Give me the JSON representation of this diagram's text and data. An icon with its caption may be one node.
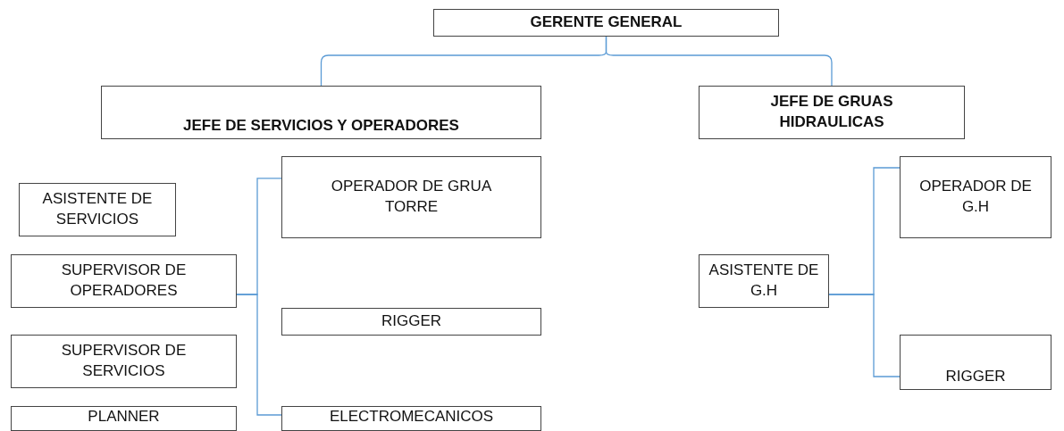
{
  "diagram": {
    "nodes": [
      {
        "text": [
          "GERENTE GENERAL"
        ]
      },
      {
        "text": [
          "JEFE DE SERVICIOS Y OPERADORES"
        ]
      },
      {
        "text": [
          "JEFE DE GRUAS HIDRAULICAS"
        ]
      },
      {
        "text": [
          "ASISTENTE DE SERVICIOS"
        ]
      },
      {
        "text": [
          "SUPERVISOR DE OPERADORES"
        ]
      },
      {
        "text": [
          "OPERADOR DE GRUA TORRE"
        ]
      },
      {
        "text": [
          "RIGGER"
        ]
      },
      {
        "text": [
          "SUPERVISOR DE SERVICIOS"
        ]
      },
      {
        "text": [
          "PLANNER"
        ]
      },
      {
        "text": [
          "ELECTROMECANICOS"
        ]
      },
      {
        "text": [
          "OPERADOR DE G.H"
        ]
      },
      {
        "text": [
          "ASISTENTE DE G.H"
        ]
      },
      {
        "text": [
          "RIGGER"
        ]
      }
    ],
    "edges": [
      {
        "from": 0,
        "to": 1,
        "arrow": "none"
      },
      {
        "from": 0,
        "to": 2,
        "arrow": "none"
      },
      {
        "from": 4,
        "to": 5,
        "arrow": "none"
      },
      {
        "from": 4,
        "to": 9,
        "arrow": "none"
      },
      {
        "from": 11,
        "to": 10,
        "arrow": "none"
      },
      {
        "from": 11,
        "to": 12,
        "arrow": "none"
      }
    ]
  }
}
